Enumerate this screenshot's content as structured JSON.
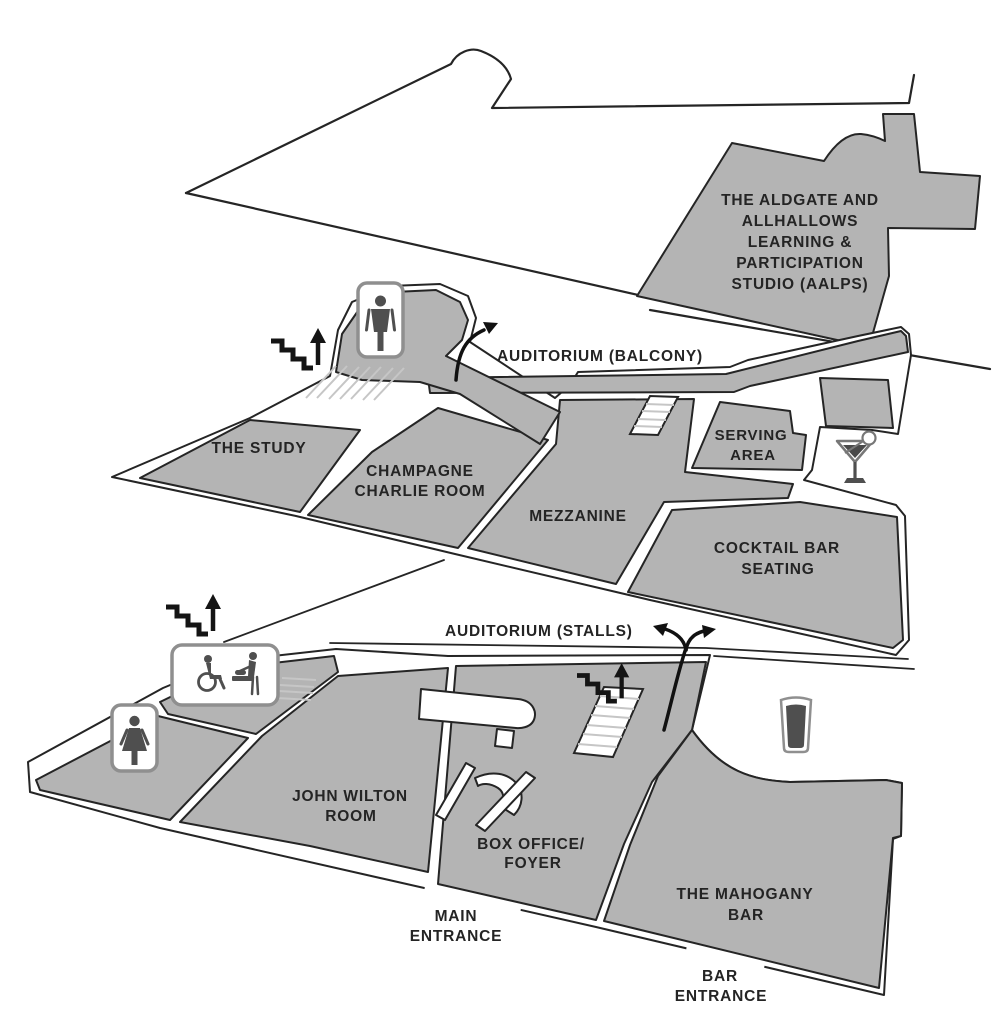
{
  "floors": {
    "upper": {
      "studio": [
        "THE ALDGATE AND",
        "ALLHALLOWS",
        "LEARNING &",
        "PARTICIPATION",
        "STUDIO (AALPS)"
      ]
    },
    "balcony": {
      "auditorium": "AUDITORIUM (BALCONY)",
      "rooms": {
        "study": "THE STUDY",
        "champagne": [
          "CHAMPAGNE",
          "CHARLIE ROOM"
        ],
        "mezzanine": "MEZZANINE",
        "serving": [
          "SERVING",
          "AREA"
        ],
        "cocktail": [
          "COCKTAIL BAR",
          "SEATING"
        ]
      }
    },
    "ground": {
      "auditorium": "AUDITORIUM (STALLS)",
      "rooms": {
        "john_wilton": [
          "JOHN WILTON",
          "ROOM"
        ],
        "box_office": [
          "BOX OFFICE/",
          "FOYER"
        ],
        "mahogany": [
          "THE MAHOGANY",
          "BAR"
        ]
      },
      "entrances": {
        "main": [
          "MAIN",
          "ENTRANCE"
        ],
        "bar": [
          "BAR",
          "ENTRANCE"
        ]
      }
    }
  },
  "icons": {
    "stairs_up": "stairs-up-icon",
    "male_toilet": "male-toilet-icon",
    "female_toilet": "female-toilet-icon",
    "accessible_toilet": "accessible-toilet-icon",
    "baby_change": "baby-change-icon",
    "cocktail_glass": "cocktail-glass-icon",
    "beer_glass": "beer-glass-icon",
    "balcony_arrow": "curved-arrow-icon",
    "stalls_arrow": "fork-arrow-icon"
  },
  "colors": {
    "room_fill": "#b4b4b4",
    "outline": "#252525",
    "hatch": "#c6c6c6",
    "sign_border": "#8f8f8f",
    "glyph": "#4f4f4f",
    "background": "#ffffff"
  }
}
